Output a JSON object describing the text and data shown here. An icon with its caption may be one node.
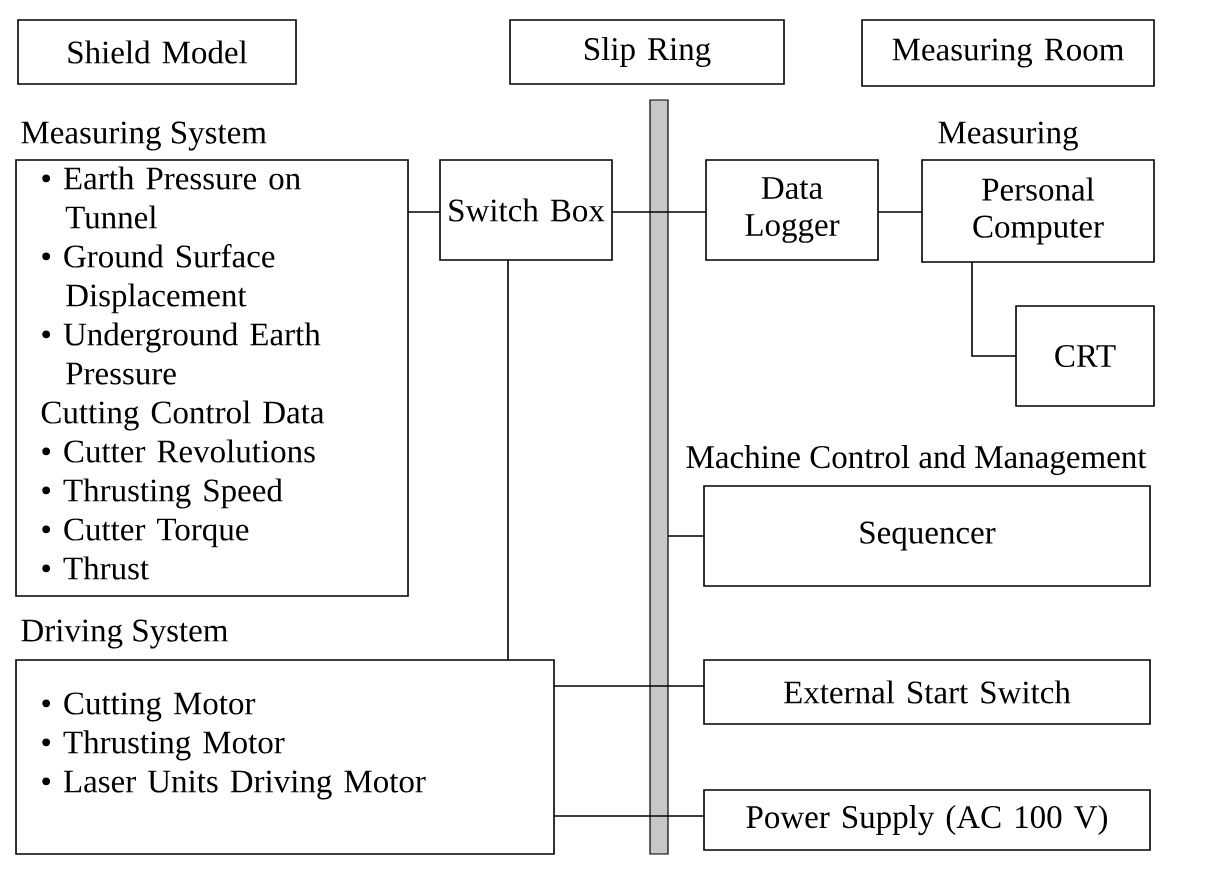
{
  "diagram": {
    "nodes": [
      {
        "text": [
          "Shield Model"
        ]
      },
      {
        "text": [
          "Slip Ring"
        ]
      },
      {
        "text": [
          "Measuring Room"
        ]
      },
      {
        "text": [
          "Measuring System",
          "• Earth Pressure on Tunnel",
          "• Ground Surface Displacement",
          "• Underground Earth Pressure",
          "Cutting Control Data",
          "• Cutter Revolutions",
          "• Thrusting Speed",
          "• Cutter Torque",
          "• Thrust"
        ]
      },
      {
        "text": [
          "Switch Box"
        ]
      },
      {
        "text": [
          "Driving System",
          "• Cutting Motor",
          "• Thrusting Motor",
          "• Laser Units Driving Motor"
        ]
      },
      {
        "text": [],
        "shape": "bar"
      },
      {
        "text": [
          "Data Logger"
        ]
      },
      {
        "text": [
          "Measuring",
          "Personal Computer"
        ]
      },
      {
        "text": [
          "CRT"
        ]
      },
      {
        "text": [
          "Machine Control and Management",
          "Sequencer"
        ]
      },
      {
        "text": [
          "External Start Switch"
        ]
      },
      {
        "text": [
          "Power Supply (AC 100 V)"
        ]
      }
    ],
    "edges": [
      {
        "from": 3,
        "to": 4,
        "arrow": "none"
      },
      {
        "from": 4,
        "to": 7,
        "arrow": "none"
      },
      {
        "from": 7,
        "to": 8,
        "arrow": "none"
      },
      {
        "from": 8,
        "to": 9,
        "arrow": "none"
      },
      {
        "from": 4,
        "to": 5,
        "arrow": "none"
      },
      {
        "from": 6,
        "to": 10,
        "arrow": "none"
      },
      {
        "from": 5,
        "to": 11,
        "arrow": "none"
      },
      {
        "from": 5,
        "to": 12,
        "arrow": "none"
      }
    ]
  }
}
